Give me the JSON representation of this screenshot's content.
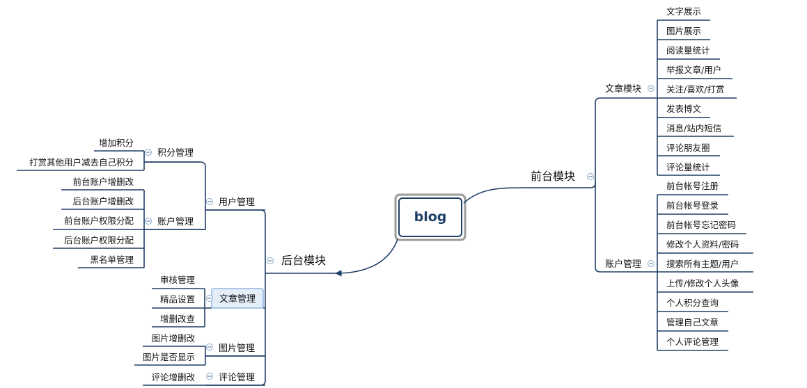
{
  "root": {
    "label": "blog"
  },
  "front": {
    "label": "前台模块",
    "groups": [
      {
        "label": "文章模块",
        "items": [
          "文字展示",
          "图片展示",
          "阅读量统计",
          "举报文章/用户",
          "关注/喜欢/打赏",
          "发表博文",
          "消息/站内短信",
          "评论朋友圈",
          "评论量统计"
        ]
      },
      {
        "label": "账户管理",
        "items": [
          "前台帐号注册",
          "前台帐号登录",
          "前台帐号忘记密码",
          "修改个人资料/密码",
          "搜索所有主题/用户",
          "上传/修改个人头像",
          "个人积分查询",
          "管理自己文章",
          "个人评论管理"
        ]
      }
    ]
  },
  "back": {
    "label": "后台模块",
    "groups": [
      {
        "label": "用户管理",
        "subgroups": [
          {
            "label": "积分管理",
            "items": [
              "增加积分",
              "打赏其他用户减去自己积分"
            ]
          },
          {
            "label": "账户管理",
            "items": [
              "前台账户增删改",
              "后台账户增删改",
              "前台账户权限分配",
              "后台账户权限分配",
              "黑名单管理"
            ]
          }
        ]
      },
      {
        "label": "文章管理",
        "selected": true,
        "items": [
          "审核管理",
          "精品设置",
          "增删改查"
        ]
      },
      {
        "label": "图片管理",
        "items": [
          "图片增删改",
          "图片是否显示"
        ]
      },
      {
        "label": "评论管理",
        "items": [
          "评论增删改"
        ]
      }
    ]
  },
  "colors": {
    "line": "#1f3f66",
    "root_outer_border": "#9b9b9b",
    "selected_fill": "#e3eef9",
    "toggle": "#5a7ea6"
  }
}
